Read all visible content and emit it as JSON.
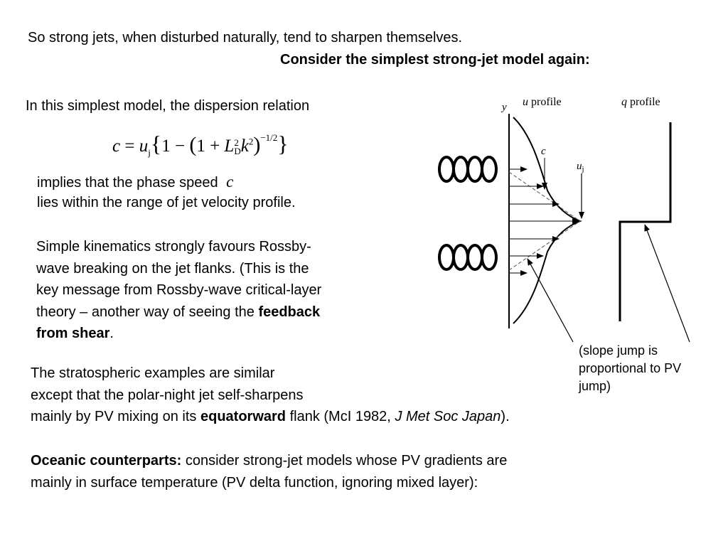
{
  "intro_line": "So strong jets, when disturbed naturally, tend to sharpen themselves.",
  "subtitle": "Consider the simplest strong-jet model again:",
  "dispersion_intro": "In this simplest model, the dispersion relation",
  "equation": {
    "lhs": "c",
    "eq": "=",
    "uj": "u",
    "uj_sub": "j",
    "brace_open": "{",
    "one": "1",
    "minus": "−",
    "paren_open": "(",
    "one_plus": "1 +",
    "L": "L",
    "L_sup": "2",
    "L_sub": "D",
    "k": "k",
    "k_sup": "2",
    "paren_close": ")",
    "exponent": "−1/2",
    "brace_close": "}"
  },
  "phase_speed": {
    "line1": "implies that the phase speed",
    "symbol": "c",
    "line2": "lies within the range of jet velocity profile."
  },
  "kinematics": {
    "l1": "Simple kinematics strongly favours Rossby-",
    "l2": "wave breaking on the jet flanks.  (This is the",
    "l3": "key message from Rossby-wave critical-layer",
    "l4": "theory – another way of seeing the",
    "l4_bold": "feedback",
    "l5_bold": "from shear",
    "l5_end": "."
  },
  "stratosphere": {
    "l1": "The stratospheric examples are similar",
    "l2": "except that the polar-night jet self-sharpens",
    "l3_a": "mainly by PV mixing on its",
    "l3_bold": "equatorward",
    "l3_b": "flank (McI 1982,",
    "l3_italic": "J Met Soc Japan",
    "l3_end": ")."
  },
  "oceanic": {
    "bold": "Oceanic counterparts:",
    "l1": "consider strong-jet models whose PV gradients are",
    "l2": "mainly in surface temperature (PV delta function, ignoring mixed layer):"
  },
  "figure": {
    "y_label": "y",
    "u_label_italic": "u",
    "u_label_text": "profile",
    "q_label_italic": "q",
    "q_label_text": "profile",
    "c_label": "c",
    "uj_label": "u",
    "uj_sub": "j"
  },
  "slope_note": {
    "l1": "(slope jump is",
    "l2": "proportional to PV",
    "l3": "jump)"
  }
}
